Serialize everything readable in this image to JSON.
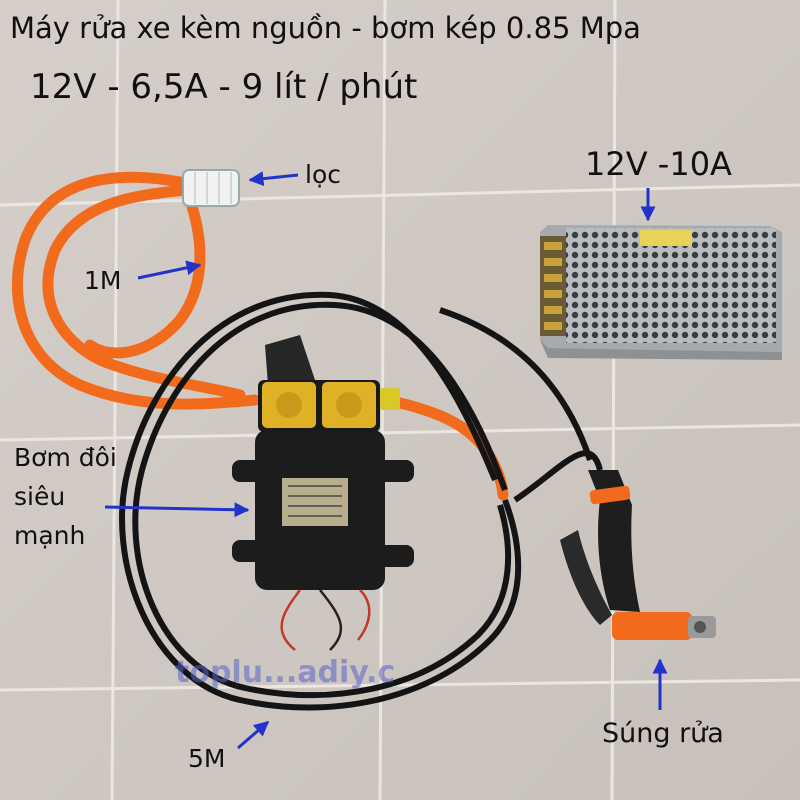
{
  "title_line1": "Máy rửa xe kèm nguồn - bơm kép 0.85 Mpa",
  "title_line2": "12V - 6,5A - 9 lít / phút",
  "labels": {
    "power_supply": "12V -10A",
    "filter": "lọc",
    "hose_1m": "1M",
    "pump": "Bơm đôi siêu mạnh",
    "hose_5m": "5M",
    "gun": "Súng rửa"
  },
  "watermark": "toplu...adiy.c",
  "colors": {
    "floor": "#cfc8c2",
    "tile_grout": "#e6e0da",
    "orange_hose": "#f26b1d",
    "black_hose": "#141414",
    "pump_body": "#1c1c1c",
    "pump_head": "#e0b124",
    "arrow": "#2233cc"
  }
}
